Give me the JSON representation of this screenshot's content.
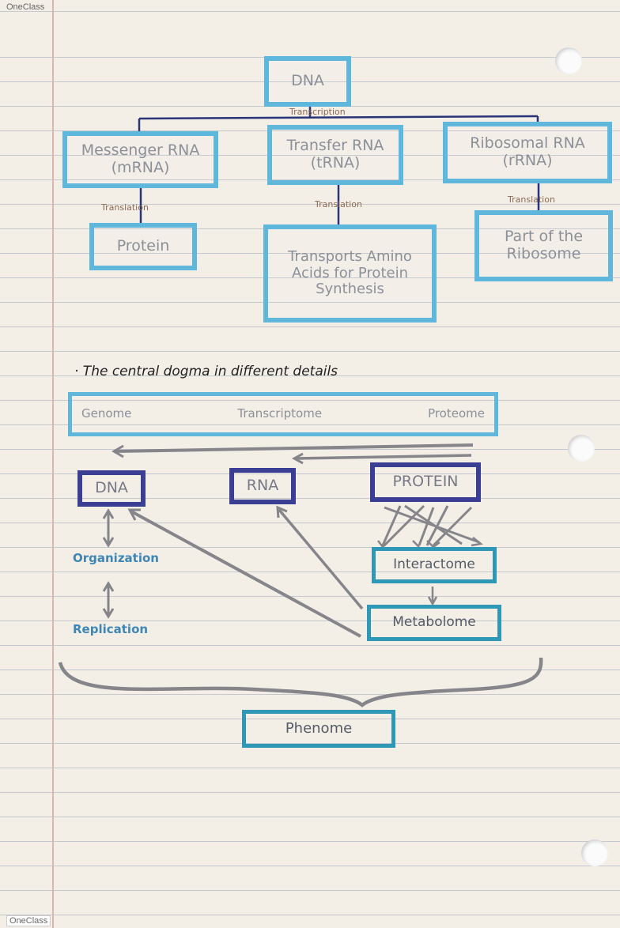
{
  "branding": {
    "top": "OneClass",
    "bottom": "OneClass"
  },
  "top_diagram": {
    "root": "DNA",
    "root_edge_label": "Transcription",
    "children": [
      {
        "name": "Messenger RNA (mRNA)",
        "edge_label": "Translation",
        "product": "Protein"
      },
      {
        "name": "Transfer RNA (tRNA)",
        "edge_label": "Translation",
        "product": "Transports Amino Acids for Protein Synthesis"
      },
      {
        "name": "Ribosomal RNA (rRNA)",
        "edge_label": "Translation",
        "product": "Part of the Ribosome"
      }
    ]
  },
  "bottom_diagram": {
    "heading": "· The central dogma in different details",
    "banner": {
      "left": "Genome",
      "middle": "Transcriptome",
      "right": "Proteome"
    },
    "nodes": {
      "dna": "DNA",
      "rna": "RNA",
      "protein": "PROTEIN",
      "interactome": "Interactome",
      "metabolome": "Metabolome",
      "phenome": "Phenome"
    },
    "side_labels": {
      "organization": "Organization",
      "replication": "Replication"
    }
  },
  "colors": {
    "light_blue": "#5fb7dc",
    "dark_blue": "#3b3f93",
    "teal": "#2e98b6",
    "navy_line": "#2a3577",
    "gray_arrow": "#85858a"
  }
}
